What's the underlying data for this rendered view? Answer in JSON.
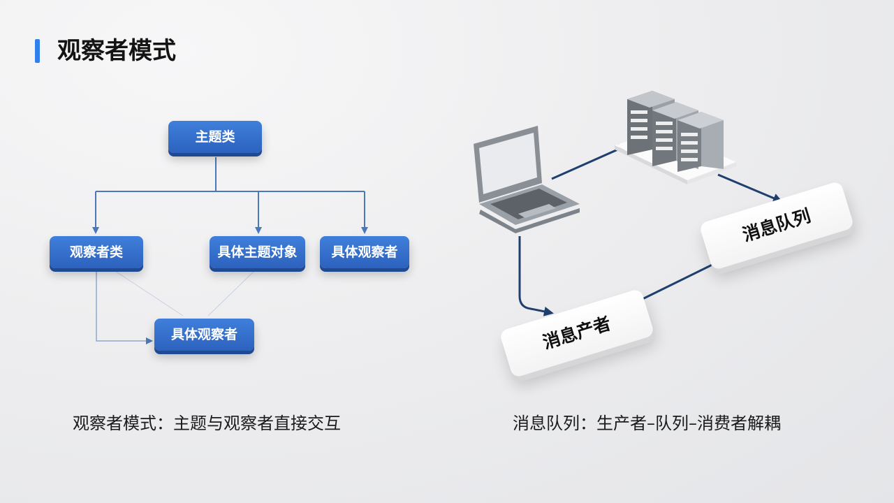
{
  "page": {
    "title": "观察者模式"
  },
  "observer_diagram": {
    "subject": "主题类",
    "observer_class": "观察者类",
    "concrete_subject": "具体主题对象",
    "concrete_observer_right": "具体观察者",
    "concrete_observer_bottom": "具体观察者",
    "caption": "观察者模式：主题与观察者直接交互"
  },
  "queue_diagram": {
    "producer": "消息产者",
    "queue": "消息队列",
    "caption": "消息队列：生产者–队列–消费者解耦"
  },
  "colors": {
    "accent": "#2f80ed",
    "node_blue": "#2c62be",
    "connector": "#4a78b8",
    "arrow_dark": "#1f3f6e"
  }
}
